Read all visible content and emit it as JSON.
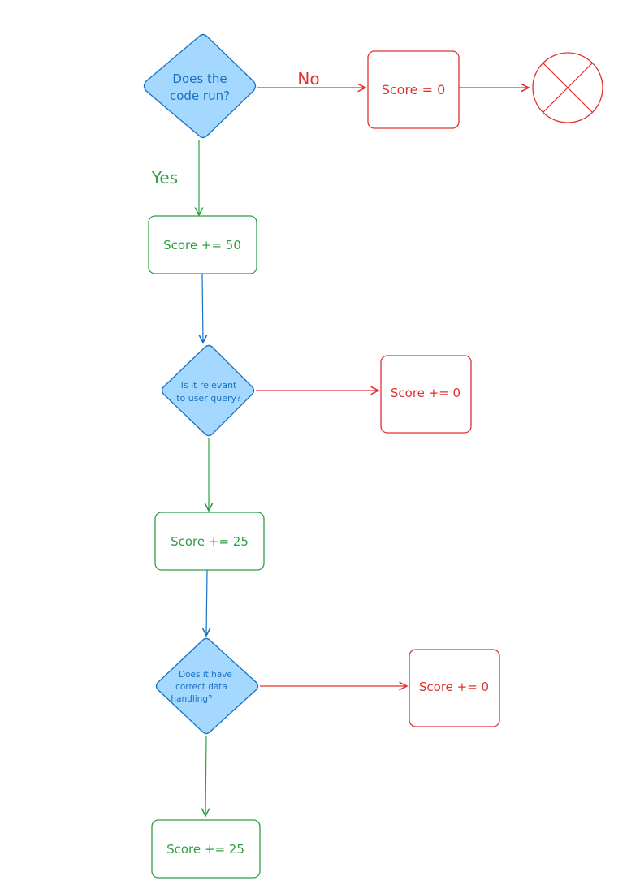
{
  "colors": {
    "green": "#2f9e44",
    "red": "#e03131",
    "blue": "#1971c2",
    "diamond_fill": "#a5d8ff",
    "diamond_text": "#1971c2"
  },
  "icons": {
    "terminal": "x-circle-icon"
  },
  "diagram": {
    "decision_1": {
      "line1": "Does the",
      "line2": "code run?"
    },
    "label_no": "No",
    "label_yes": "Yes",
    "box_score_zero": "Score = 0",
    "box_plus_50": "Score += 50",
    "decision_2": {
      "line1": "Is it relevant",
      "line2": "to user query?"
    },
    "box_plus_0_a": "Score += 0",
    "box_plus_25_a": "Score += 25",
    "decision_3": {
      "line1": "Does it have",
      "line2": "correct data",
      "line3": "handling?"
    },
    "box_plus_0_b": "Score += 0",
    "box_plus_25_b": "Score += 25"
  }
}
